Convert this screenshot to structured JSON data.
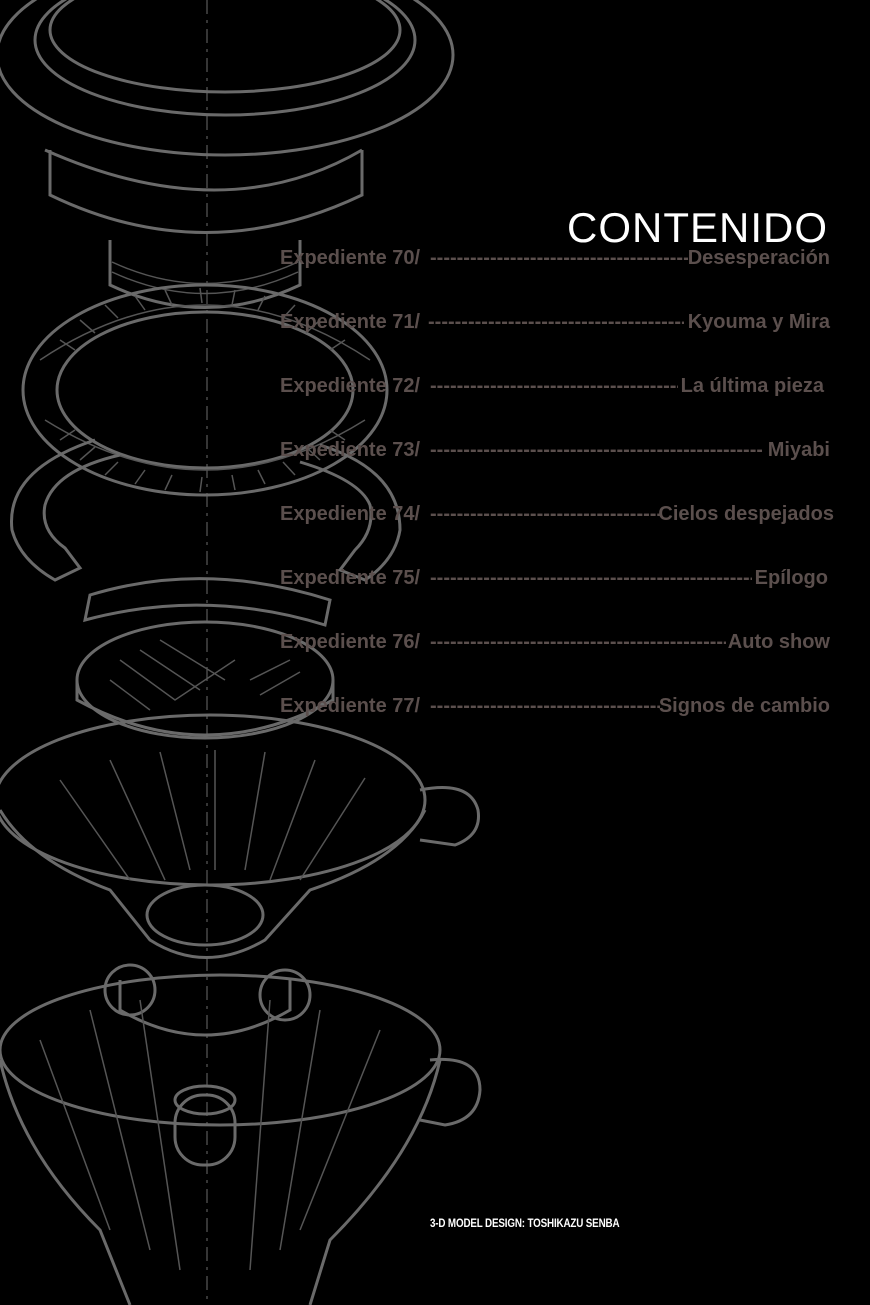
{
  "toc": {
    "title": "CONTENIDO",
    "entries": [
      {
        "file": "Expediente 70/",
        "title": "Desesperación"
      },
      {
        "file": "Expediente 71/",
        "title": "Kyouma y Mira"
      },
      {
        "file": "Expediente 72/",
        "title": "La última pieza"
      },
      {
        "file": "Expediente 73/",
        "title": "Miyabi"
      },
      {
        "file": "Expediente 74/",
        "title": "Cielos despejados"
      },
      {
        "file": "Expediente 75/",
        "title": "Epílogo"
      },
      {
        "file": "Expediente 76/",
        "title": "Auto show"
      },
      {
        "file": "Expediente 77/",
        "title": "Signos de cambio"
      }
    ]
  },
  "credit": "3-D MODEL DESIGN: TOSHIKAZU SENBA",
  "colors": {
    "background": "#000000",
    "line_art": "#6a6a6a",
    "entry_text": "#5b4f4d",
    "heading": "#ffffff"
  }
}
